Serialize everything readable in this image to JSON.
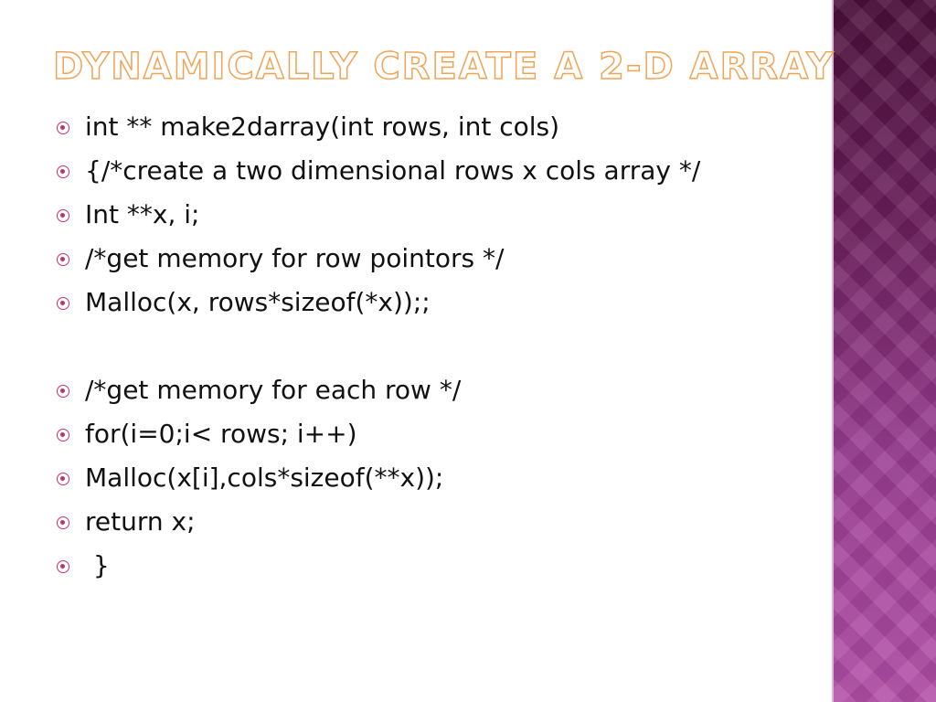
{
  "slide": {
    "title": "Dynamically Create a 2-D Array",
    "colors": {
      "title_outline": "#f0a455",
      "bullet": "#c0336e",
      "side_band_top": "#4a0f3a",
      "side_band_bottom": "#b34fa8"
    },
    "bullet_icon": "circle-dot-icon",
    "bullets": [
      "int ** make2darray(int rows, int cols)",
      "{/*create a two dimensional rows x cols array */",
      "Int **x, i;",
      "/*get memory for row pointors */",
      "Malloc(x, rows*sizeof(*x));;",
      "",
      "/*get memory for each row */",
      "for(i=0;i< rows; i++)",
      "Malloc(x[i],cols*sizeof(**x));",
      "return x;",
      " }"
    ]
  }
}
